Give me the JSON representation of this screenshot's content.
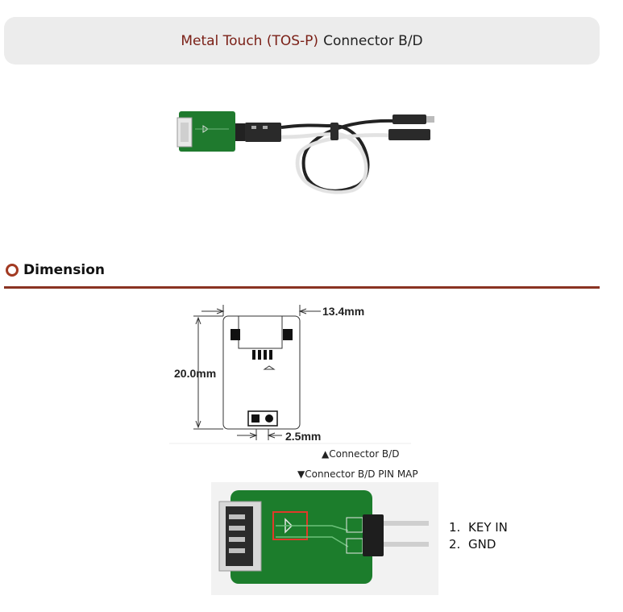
{
  "header": {
    "title_accent": "Metal Touch (TOS-P)",
    "title_main": "Connector B/D",
    "accent_color": "#7a1f16"
  },
  "section": {
    "title": "Dimension",
    "icon": "ring-bullet-icon",
    "rule_color": "#8a3322"
  },
  "dimensions": {
    "width": "13.4mm",
    "height": "20.0mm",
    "pitch": "2.5mm"
  },
  "captions": {
    "board": "▲Connector B/D",
    "pinmap": "▼Connector B/D PIN MAP"
  },
  "pins": [
    {
      "num": "1.",
      "label": "KEY IN"
    },
    {
      "num": "2.",
      "label": "GND"
    }
  ]
}
